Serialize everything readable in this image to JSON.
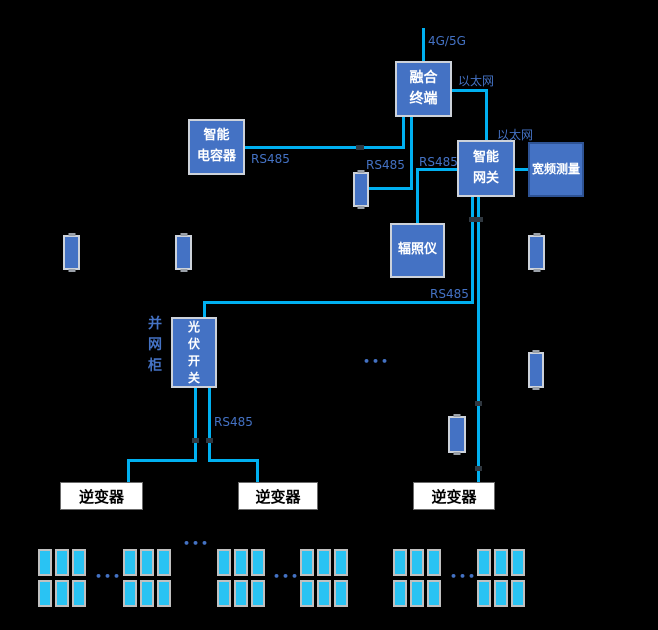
{
  "colors": {
    "background": "#000000",
    "node_fill": "#4472C4",
    "node_border": "#CDD2DA",
    "broadband_border": "#2E5395",
    "node_text": "#FFFFFF",
    "line": "#00B0F0",
    "panel_fill": "#29C3F3",
    "panel_border": "#C0C0C0",
    "label_text": "#4472C4",
    "inverter_fill": "#FFFFFF",
    "inverter_border": "#6B6B6B",
    "inverter_text": "#000000",
    "joint": "#303840",
    "notch": "#9AA0A8"
  },
  "nodes": {
    "fusion_terminal": "融合\n终端",
    "smart_capacitor": "智能\n电容器",
    "smart_gateway": "智能\n网关",
    "broadband_measurement": "宽频测量",
    "irradiance_meter": "辐照仪",
    "pv_switch": "光\n伏\n开\n关",
    "grid_cabinet": "并\n网\n柜",
    "inverter_1": "逆变器",
    "inverter_2": "逆变器",
    "inverter_3": "逆变器"
  },
  "edges": [
    {
      "id": "wan-uplink",
      "from": "wan",
      "to": "fusion_terminal",
      "label": "4G/5G"
    },
    {
      "id": "terminal-gateway",
      "from": "fusion_terminal",
      "to": "smart_gateway",
      "label": "以太网"
    },
    {
      "id": "gateway-broadband",
      "from": "smart_gateway",
      "to": "broadband_measurement",
      "label": "以太网"
    },
    {
      "id": "capacitor-terminal",
      "from": "smart_capacitor",
      "to": "fusion_terminal",
      "label": "RS485"
    },
    {
      "id": "collector-terminal",
      "from": "collector_module",
      "to": "fusion_terminal",
      "label": "RS485"
    },
    {
      "id": "gateway-irradiance",
      "from": "smart_gateway",
      "to": "irradiance_meter",
      "label": "RS485"
    },
    {
      "id": "gateway-pv-switch",
      "from": "smart_gateway",
      "to": "pv_switch",
      "label": "RS485"
    },
    {
      "id": "pv-switch-inverters",
      "from": "pv_switch",
      "to": "inverters",
      "label": "RS485"
    }
  ],
  "ellipsis": "•••"
}
